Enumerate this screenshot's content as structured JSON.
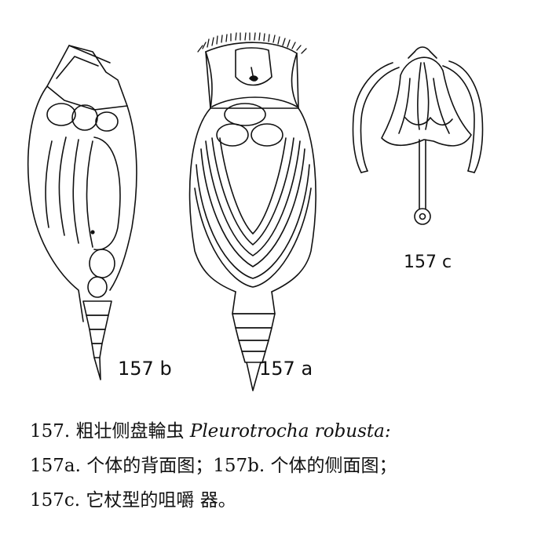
{
  "figure": {
    "labels": {
      "b": "157 b",
      "a": "157 a",
      "c": "157 c"
    }
  },
  "caption": {
    "line1_prefix": "157. 粗壮侧盘輪虫",
    "line1_scientific_name": "Pleurotrocha robusta:",
    "line2": "157a. 个体的背面图；157b. 个体的侧面图；",
    "line3": "157c. 它杖型的咀嚼 器。"
  }
}
